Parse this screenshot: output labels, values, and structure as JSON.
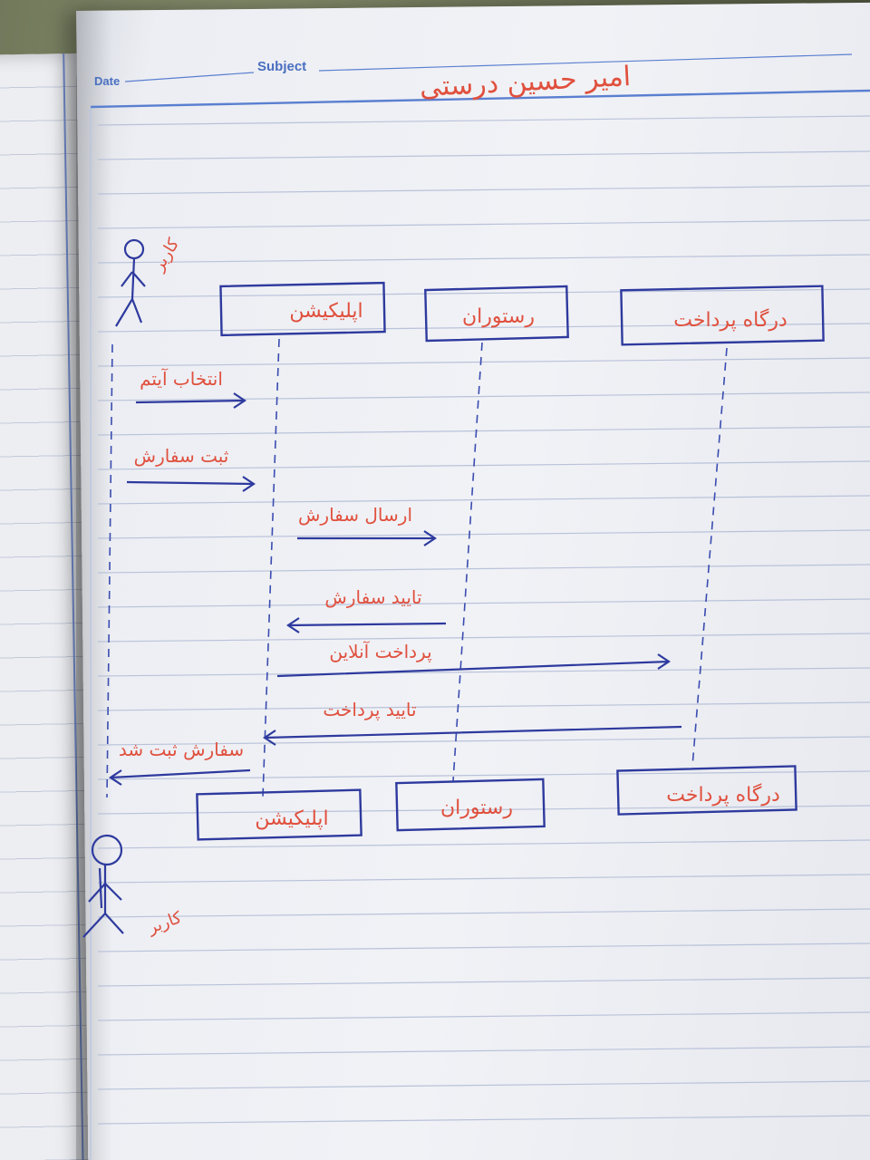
{
  "notebook": {
    "date_label": "Date",
    "subject_label": "Subject",
    "subject_value": "امیر حسین درستی"
  },
  "diagram": {
    "actor_label": "کاربر",
    "participants": [
      {
        "label": "اپلیکیشن"
      },
      {
        "label": "رستوران"
      },
      {
        "label": "درگاه پرداخت"
      }
    ],
    "messages": [
      {
        "label": "انتخاب آیتم",
        "from": "actor",
        "to": "اپلیکیشن"
      },
      {
        "label": "ثبت سفارش",
        "from": "actor",
        "to": "اپلیکیشن"
      },
      {
        "label": "ارسال سفارش",
        "from": "اپلیکیشن",
        "to": "رستوران"
      },
      {
        "label": "تایید سفارش",
        "from": "رستوران",
        "to": "اپلیکیشن"
      },
      {
        "label": "پرداخت آنلاین",
        "from": "اپلیکیشن",
        "to": "درگاه پرداخت"
      },
      {
        "label": "تایید پرداخت",
        "from": "درگاه پرداخت",
        "to": "اپلیکیشن"
      },
      {
        "label": "سفارش ثبت شد",
        "from": "اپلیکیشن",
        "to": "actor"
      }
    ],
    "bottom_participants": [
      {
        "label": "اپلیکیشن"
      },
      {
        "label": "رستوران"
      },
      {
        "label": "درگاه پرداخت"
      }
    ],
    "bottom_actor_label": "کاربر"
  },
  "colors": {
    "ink_blue": "#2e3a9e",
    "ink_red": "#e0503e",
    "rule_lines": "#b9c2d9",
    "header_blue": "#4a6fc0"
  }
}
